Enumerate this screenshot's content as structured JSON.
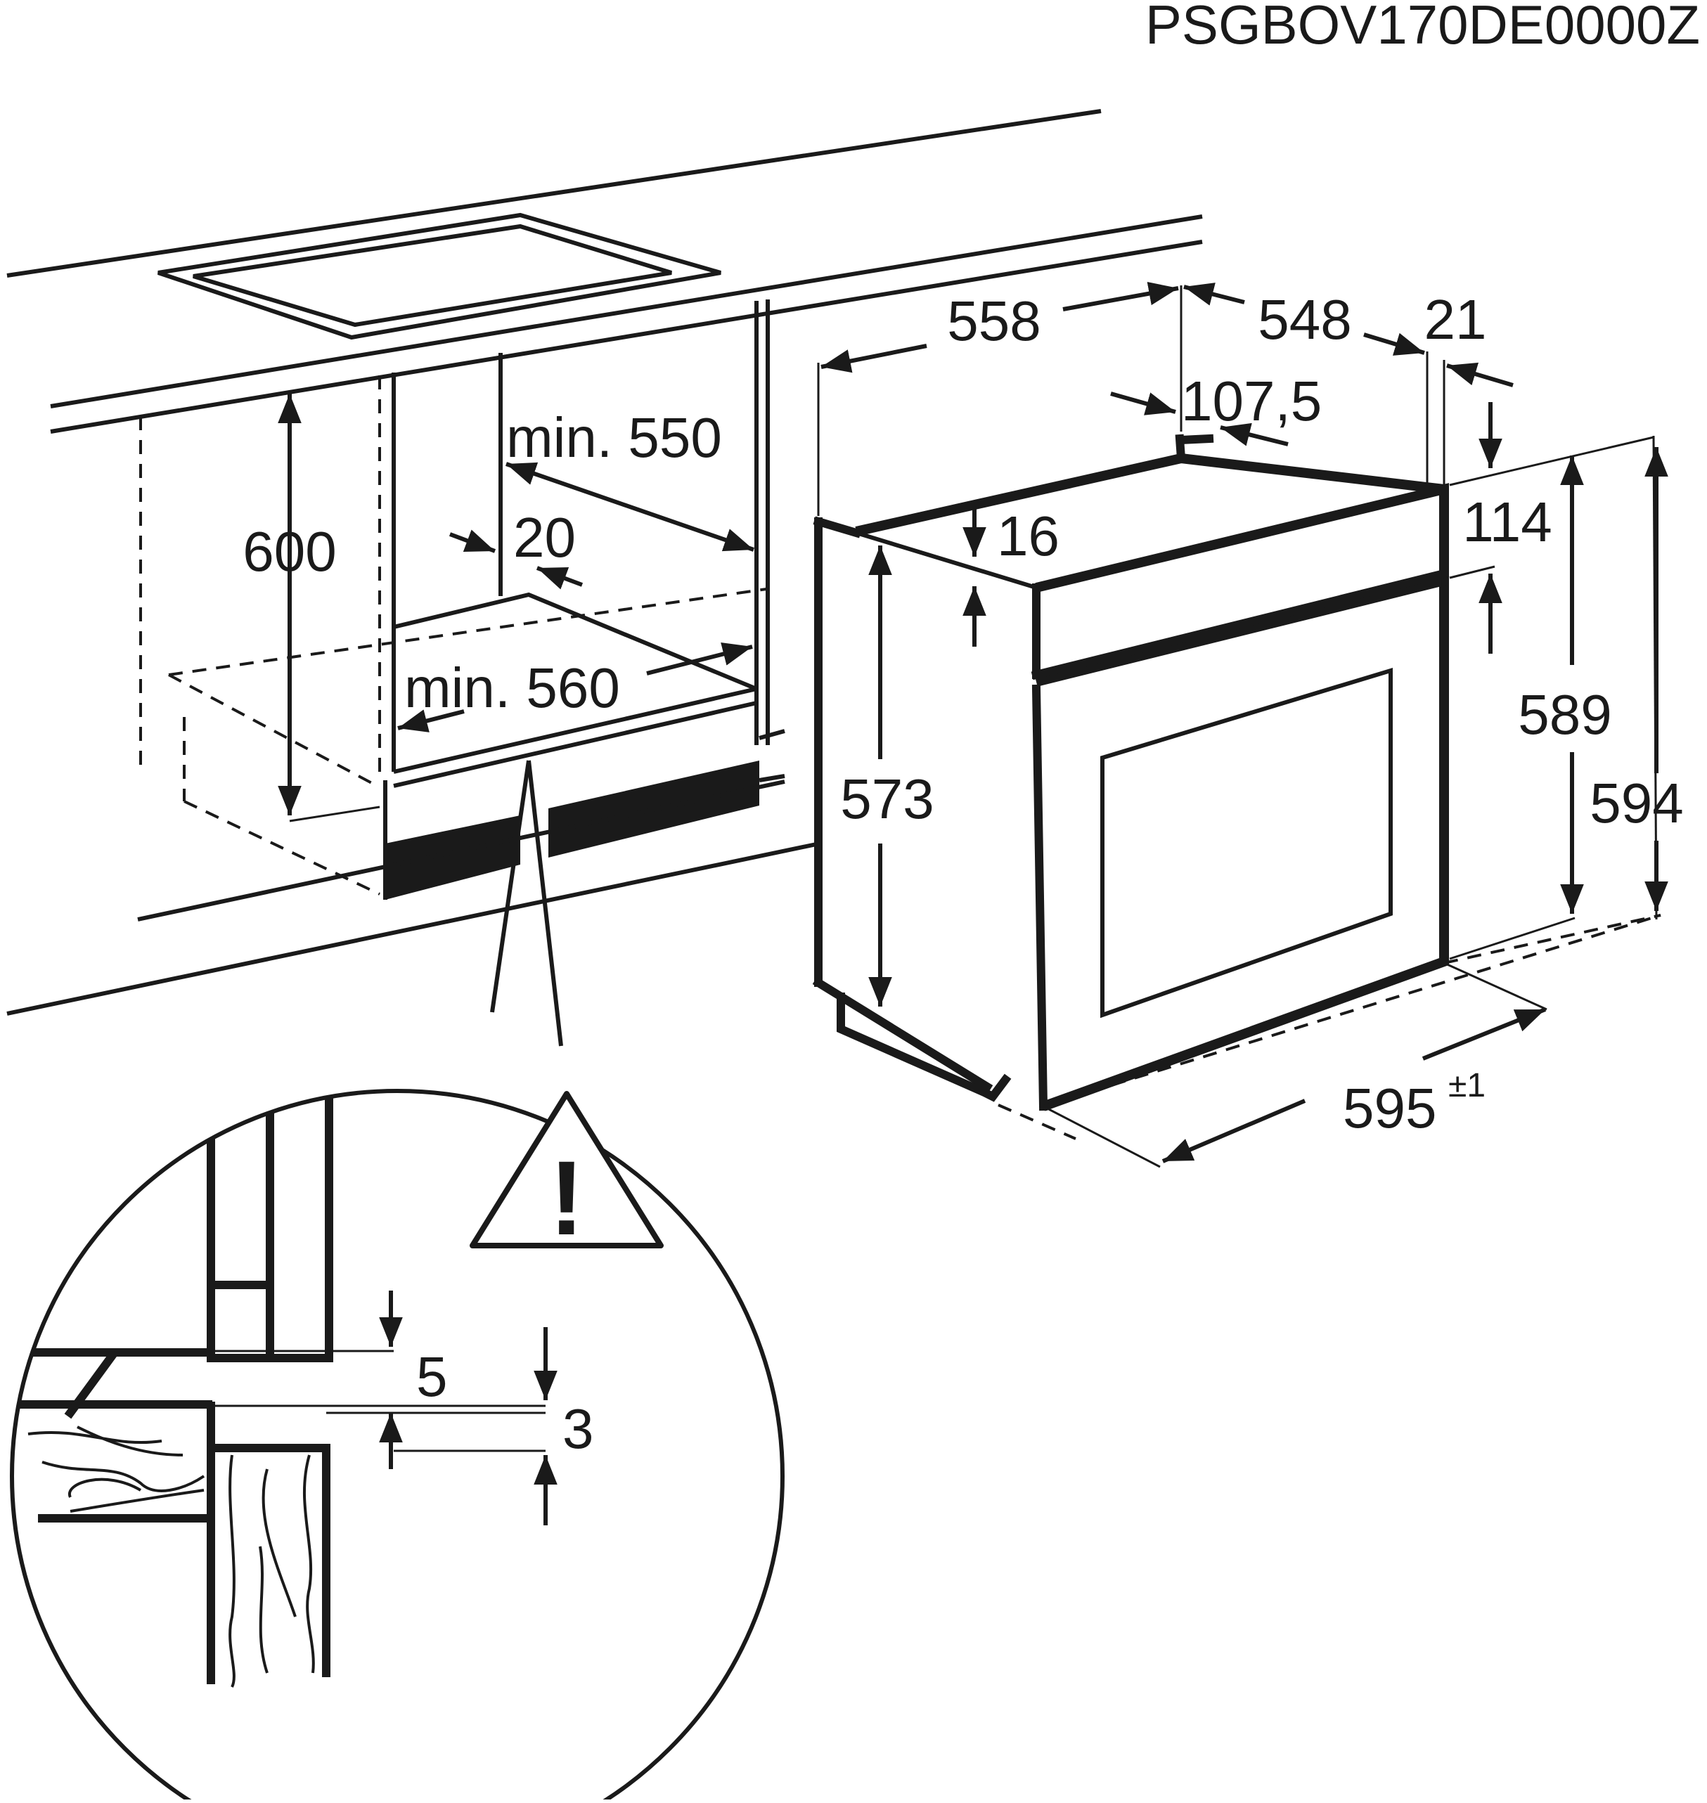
{
  "document_code": "PSGBOV170DE0000Z",
  "niche": {
    "height": "600",
    "min_depth": "min. 550",
    "clearance": "20",
    "min_width": "min. 560"
  },
  "oven": {
    "depth_total": "558",
    "depth_body": "548",
    "front_panel": "21",
    "top_offset": "107,5",
    "front_step": "16",
    "panel_height": "114",
    "body_height": "573",
    "front_height": "589",
    "total_height": "594",
    "width": "595",
    "width_tolerance": "±1"
  },
  "detail": {
    "gap_top": "5",
    "gap_bottom": "3",
    "warning_symbol": "!"
  }
}
